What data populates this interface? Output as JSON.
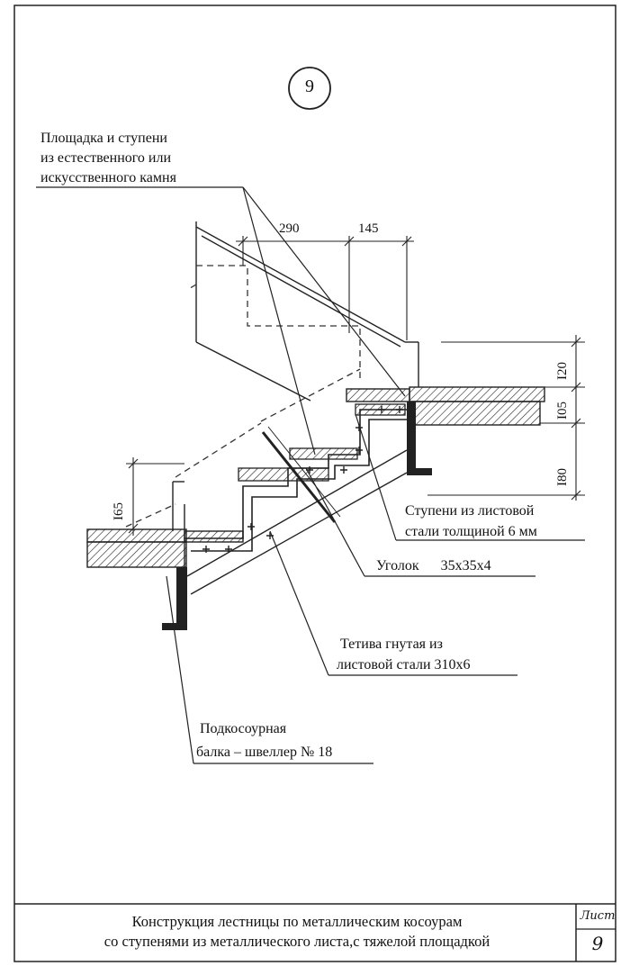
{
  "detail_number": "9",
  "labels": {
    "landing_line1": "Площадка и ступени",
    "landing_line2": "из естественного или",
    "landing_line3": "искусственного камня",
    "steps_line1": "Ступени из листовой",
    "steps_line2": "стали толщиной 6 мм",
    "angle": "Уголок      35х35х4",
    "stringer_line1": "Тетива гнутая из",
    "stringer_line2": "листовой стали 310х6",
    "beam_line1": "Подкосоурная",
    "beam_line2": "балка – швеллер № 18"
  },
  "dimensions": {
    "d290": "290",
    "d145": "145",
    "d120": "I20",
    "d105": "I05",
    "d180": "I80",
    "d165": "I65"
  },
  "title_block": {
    "title_line1": "Конструкция лестницы по металлическим косоурам",
    "title_line2": "со ступенями из металлического листа,с тяжелой площадкой",
    "sheet_label": "Лист",
    "sheet_number": "9"
  }
}
